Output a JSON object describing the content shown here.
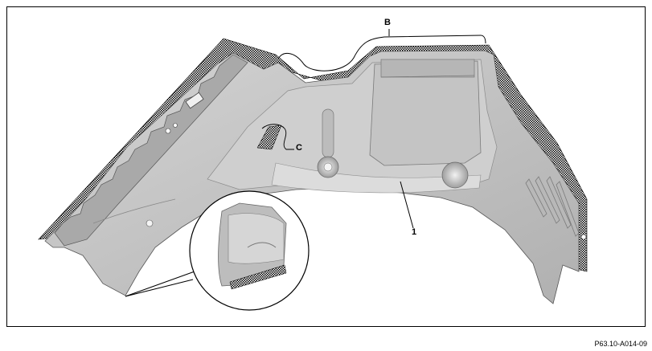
{
  "figure": {
    "callouts": {
      "b": "B",
      "c": "C",
      "one": "1"
    },
    "figure_id": "P63.10-A014-09",
    "colors": {
      "panel_fill": "#c8c8c8",
      "panel_shadow": "#9a9a9a",
      "panel_light": "#e0e0e0",
      "hatch": "#000000",
      "frame": "#000000"
    }
  }
}
